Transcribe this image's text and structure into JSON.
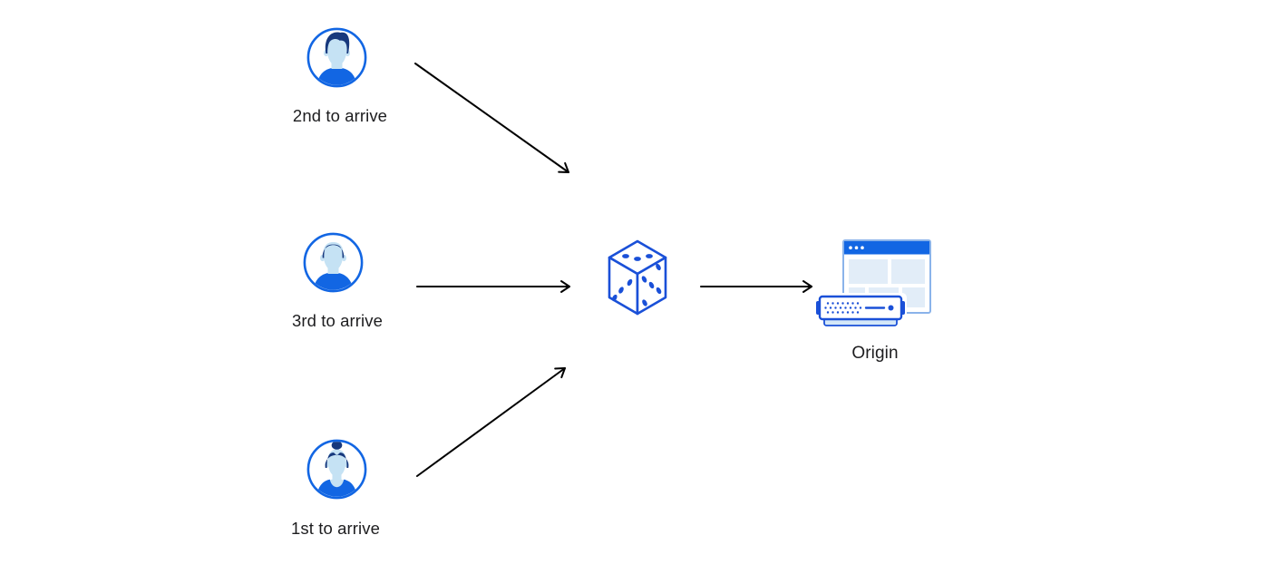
{
  "users": [
    {
      "label": "2nd to arrive",
      "icon": "male-avatar-icon"
    },
    {
      "label": "3rd to arrive",
      "icon": "male-avatar-icon"
    },
    {
      "label": "1st to arrive",
      "icon": "female-avatar-icon"
    }
  ],
  "dice": {
    "icon": "dice-icon"
  },
  "origin": {
    "label": "Origin",
    "icon": "origin-server-icon"
  },
  "edges": [
    {
      "from": "2nd to arrive",
      "to": "dice"
    },
    {
      "from": "3rd to arrive",
      "to": "dice"
    },
    {
      "from": "1st to arrive",
      "to": "dice"
    },
    {
      "from": "dice",
      "to": "Origin"
    }
  ],
  "colors": {
    "canvas_bg": "#ffffff",
    "arrow": "#000000",
    "label_text": "#1d1d1f",
    "blue": "#1a50d8",
    "blue_mid": "#1266e3",
    "navy": "#17387d",
    "skin_blue": "#c5e2f4",
    "pale_blue": "#e2edf8",
    "window_border": "#8ab3ea",
    "base_blue": "#d5e8f8"
  }
}
